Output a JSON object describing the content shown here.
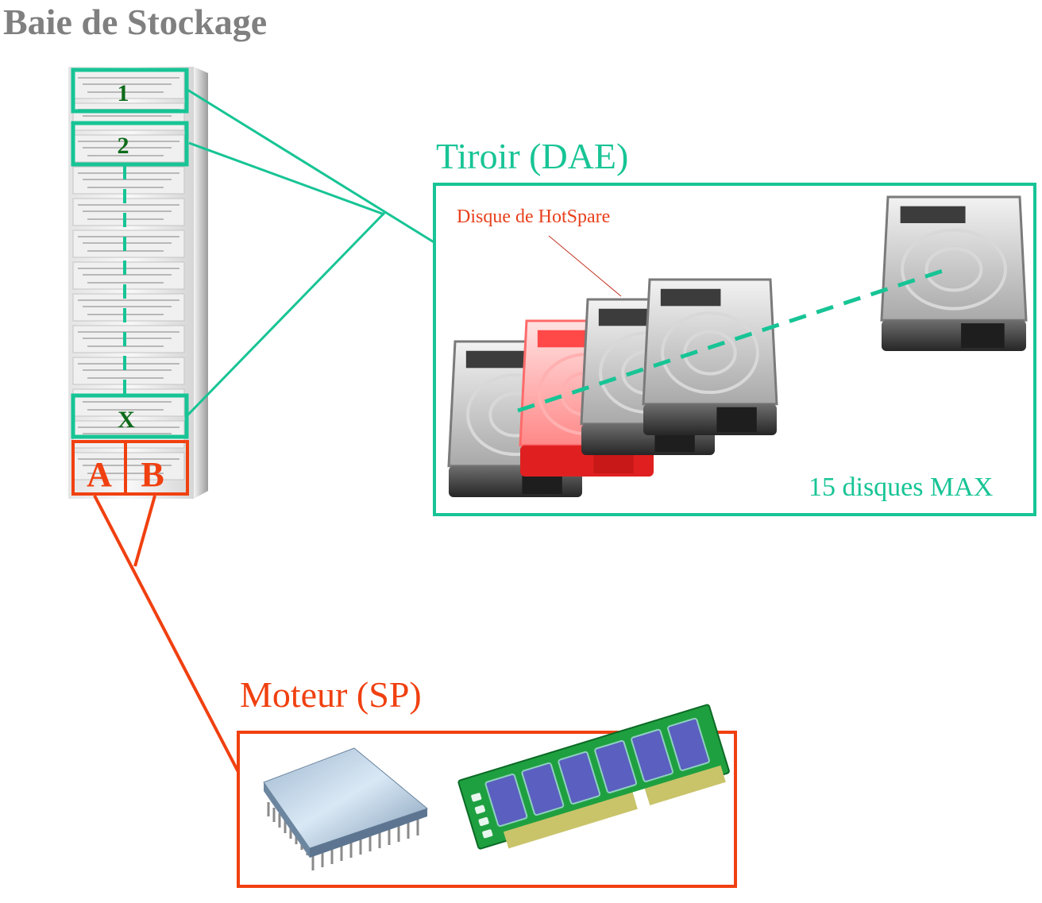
{
  "title": "Baie de Stockage",
  "colors": {
    "dae": "#17c495",
    "sp": "#f04010",
    "slot_label": "#0e6b1a",
    "title_gray": "#808080",
    "hotspare": "#e8401c"
  },
  "rack": {
    "name": "storage-rack",
    "slots": [
      {
        "label": "1"
      },
      {
        "label": "2"
      },
      {
        "label": "X"
      }
    ],
    "processors": [
      {
        "label": "A"
      },
      {
        "label": "B"
      }
    ]
  },
  "dae": {
    "title": "Tiroir (DAE)",
    "hotspare_label": "Disque de HotSpare",
    "max_label": "15 disques MAX",
    "disks": [
      {
        "name": "disk-1",
        "type": "normal"
      },
      {
        "name": "disk-2",
        "type": "normal"
      },
      {
        "name": "disk-3",
        "type": "hotspare"
      },
      {
        "name": "disk-4",
        "type": "normal"
      },
      {
        "name": "disk-n",
        "type": "normal"
      }
    ]
  },
  "sp": {
    "title": "Moteur (SP)",
    "components": [
      {
        "name": "cpu",
        "icon": "cpu-chip-icon"
      },
      {
        "name": "ram",
        "icon": "ram-module-icon"
      }
    ]
  }
}
